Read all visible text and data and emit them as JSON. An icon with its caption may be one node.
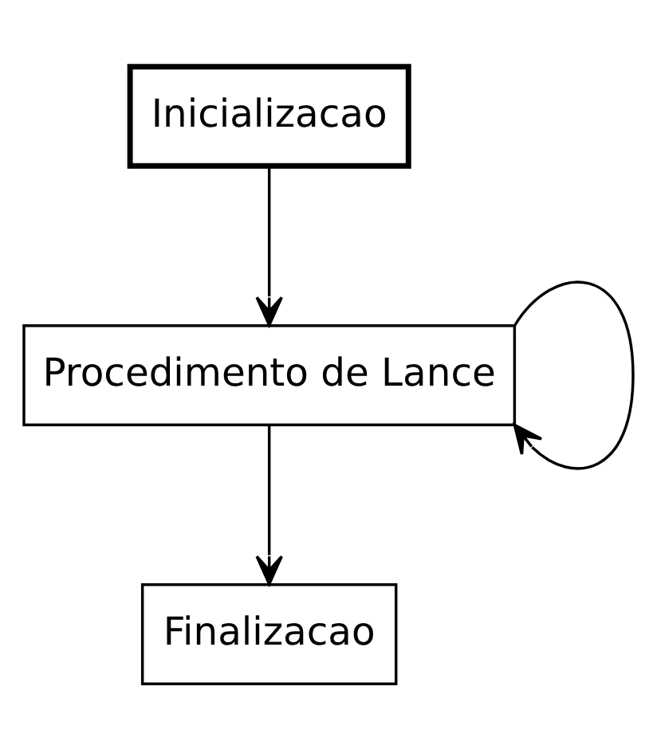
{
  "diagram": {
    "nodes": [
      {
        "text": [
          "Inicializacao"
        ]
      },
      {
        "text": [
          "Procedimento de Lance"
        ]
      },
      {
        "text": [
          "Finalizacao"
        ]
      }
    ],
    "edges": [
      {
        "from": 0,
        "to": 1,
        "arrow": "to"
      },
      {
        "from": 1,
        "to": 1,
        "arrow": "to"
      },
      {
        "from": 1,
        "to": 2,
        "arrow": "to"
      }
    ]
  }
}
